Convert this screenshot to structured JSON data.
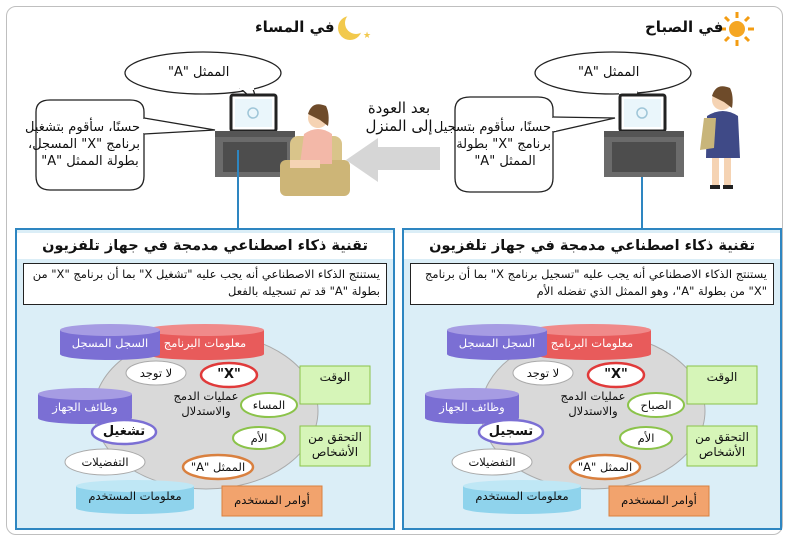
{
  "scenes": {
    "morning": {
      "title": "في الصباح",
      "request_bubble": "الممثل \"A\"",
      "reply_lines": [
        "حسنًا، سأقوم بتسجيل",
        "برنامج \"X\" بطولة",
        "الممثل \"A\""
      ],
      "icon": "sun-icon"
    },
    "evening": {
      "title": "في المساء",
      "request_bubble": "الممثل \"A\"",
      "reply_lines": [
        "حسنًا، سأقوم بتشغيل",
        "برنامج \"X\" المسجل،",
        "بطولة الممثل \"A\""
      ],
      "icon": "crescent-moon-icon"
    },
    "transition_lines": [
      "بعد العودة",
      "إلى المنزل"
    ]
  },
  "panels": {
    "right": {
      "heading": "تقنية ذكاء اصطناعي مدمجة في جهاز تلفزيون",
      "description": "يستنتج الذكاء الاصطناعي أنه يجب عليه \"تسجيل برنامج X\" بما أن برنامج \"X\" من بطولة \"A\"، وهو الممثل الذي تفضله الأم",
      "center": "عمليات الدمج والاستدلال",
      "program_info": "معلومات البرنامج",
      "recorded_log": "السجل المسجل",
      "device_functions": "وظائف الجهاز",
      "user_info": "معلومات المستخدم",
      "time": "الوقت",
      "person_check": "التحقق من الأشخاص",
      "user_commands": "أوامر المستخدم",
      "x_label": "\"X\"",
      "none_label": "لا توجد",
      "time_value": "الصباح",
      "mother": "الأم",
      "actor": "الممثل \"A\"",
      "preferences": "التفضيلات",
      "action": "تسجيل"
    },
    "left": {
      "heading": "تقنية ذكاء اصطناعي مدمجة في جهاز تلفزيون",
      "description": "يستنتج الذكاء الاصطناعي أنه يجب عليه \"تشغيل X\" بما أن برنامج \"X\" من بطولة \"A\" قد تم تسجيله بالفعل",
      "center": "عمليات الدمج والاستدلال",
      "program_info": "معلومات البرنامج",
      "recorded_log": "السجل المسجل",
      "device_functions": "وظائف الجهاز",
      "user_info": "معلومات المستخدم",
      "time": "الوقت",
      "person_check": "التحقق من الأشخاص",
      "user_commands": "أوامر المستخدم",
      "x_label": "\"X\"",
      "none_label": "لا توجد",
      "time_value": "المساء",
      "mother": "الأم",
      "actor": "الممثل \"A\"",
      "preferences": "التفضيلات",
      "action": "تشغيل"
    }
  },
  "colors": {
    "panel_fill": "#dbeef7",
    "panel_border": "#2e86c1",
    "cyl_purple": "#7b6fd4",
    "cyl_red": "#e85b5b",
    "cyl_blue": "#8fd3ec",
    "green_box": "#d6f5b8",
    "orange_box": "#f2a36d",
    "center_disc": "#d9d9d9"
  }
}
